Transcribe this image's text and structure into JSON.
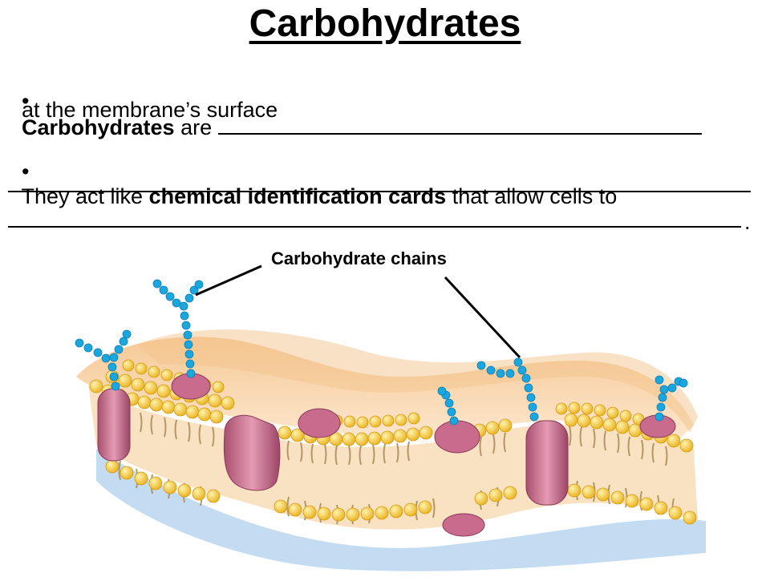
{
  "title": "Carbohydrates",
  "bullets": [
    {
      "bullet": "•",
      "bold_start": "Carbohydrates",
      "text_after": " are ",
      "continuation": "at the membrane’s surface"
    },
    {
      "bullet": "•",
      "text_before": "They act like ",
      "bold": "chemical identification cards",
      "text_after": " that allow cells to",
      "end_punct": "."
    }
  ],
  "diagram": {
    "callout_label": "Carbohydrate chains",
    "colors": {
      "phospholipid_head": "#f5c335",
      "protein": "#c86b8c",
      "membrane_top": "#f6d2a6",
      "carbohydrate": "#1aa7e0",
      "water_shadow": "#a9cdeb"
    }
  }
}
